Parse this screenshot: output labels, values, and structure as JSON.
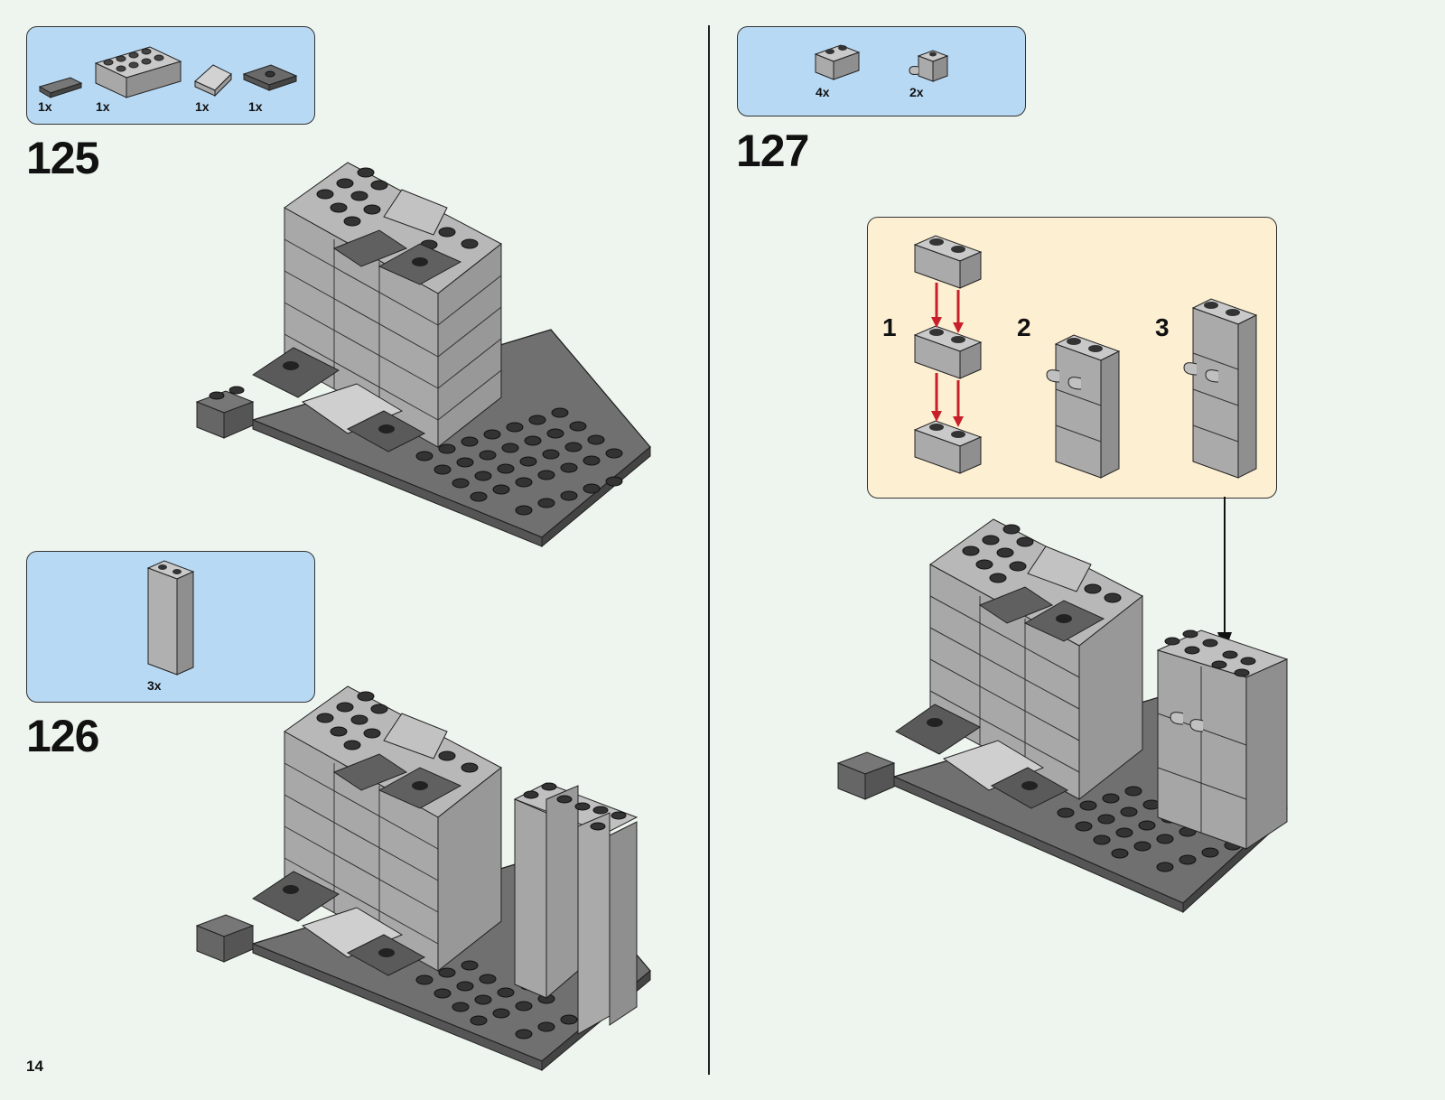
{
  "page_number": "14",
  "steps": [
    {
      "number": "125",
      "parts": [
        {
          "qty": "1x",
          "icon": "flat-tile-dark-gray"
        },
        {
          "qty": "1x",
          "icon": "brick-2x4-light-gray"
        },
        {
          "qty": "1x",
          "icon": "slope-light-gray"
        },
        {
          "qty": "1x",
          "icon": "jumper-plate-dark-gray"
        }
      ]
    },
    {
      "number": "126",
      "parts": [
        {
          "qty": "3x",
          "icon": "brick-1x2x5-light-gray"
        }
      ]
    },
    {
      "number": "127",
      "parts": [
        {
          "qty": "4x",
          "icon": "brick-1x2-light-gray"
        },
        {
          "qty": "2x",
          "icon": "brick-clip-light-gray"
        }
      ],
      "substeps": [
        "1",
        "2",
        "3"
      ]
    }
  ],
  "colors": {
    "background": "#eef5ee",
    "parts_box": "#b8d9f3",
    "substep_box": "#fdefd2",
    "light_gray": "#a8a8a8",
    "dark_gray": "#555555",
    "arrow_red": "#c8202a"
  }
}
